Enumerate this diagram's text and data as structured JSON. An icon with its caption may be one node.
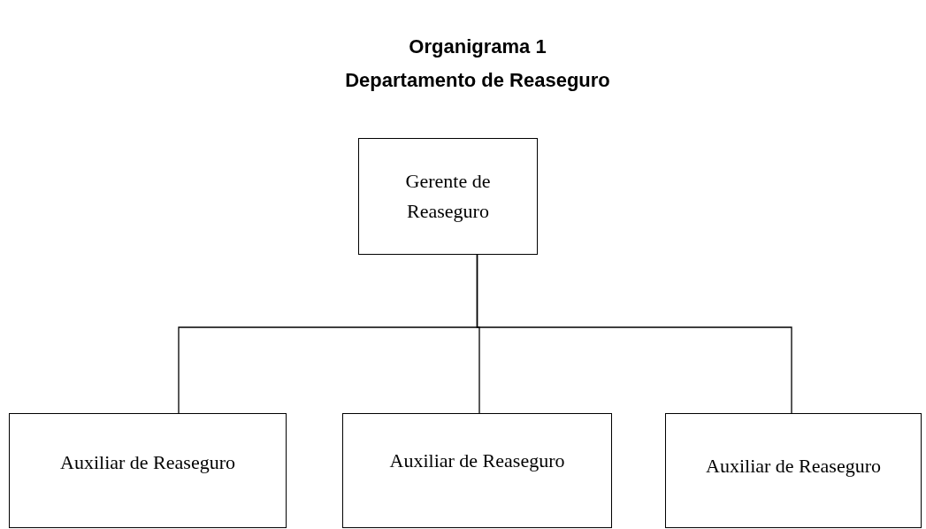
{
  "diagram": {
    "title": "Organigrama 1 Departamento de Reaseguro",
    "nodes": [
      {
        "text": [
          "Gerente de Reaseguro"
        ]
      },
      {
        "text": [
          "Auxiliar de Reaseguro"
        ]
      },
      {
        "text": [
          "Auxiliar de Reaseguro"
        ]
      },
      {
        "text": [
          "Auxiliar de Reaseguro"
        ]
      }
    ],
    "edges": [
      {
        "from": 0,
        "to": 1,
        "arrow": "none"
      },
      {
        "from": 0,
        "to": 2,
        "arrow": "none"
      },
      {
        "from": 0,
        "to": 3,
        "arrow": "none"
      }
    ]
  }
}
